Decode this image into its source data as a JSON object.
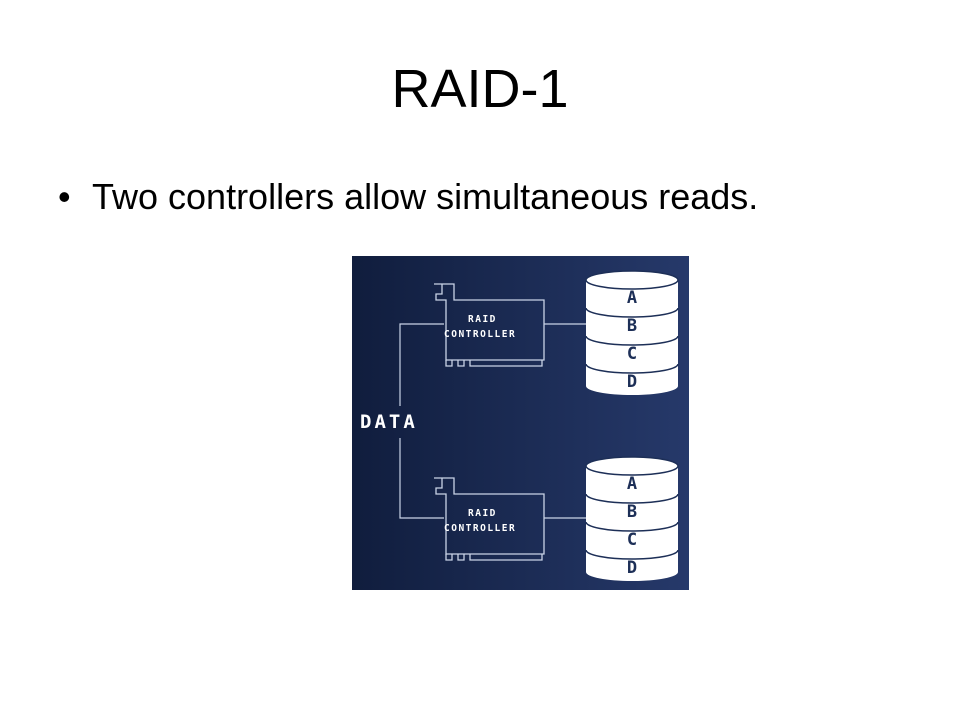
{
  "slide": {
    "title": "RAID-1",
    "bullets": [
      "Two controllers allow simultaneous reads."
    ]
  },
  "diagram": {
    "data_label": "DATA",
    "controllers": [
      {
        "label_line1": "RAID",
        "label_line2": "CONTROLLER"
      },
      {
        "label_line1": "RAID",
        "label_line2": "CONTROLLER"
      }
    ],
    "disks": [
      {
        "segments": [
          "A",
          "B",
          "C",
          "D"
        ]
      },
      {
        "segments": [
          "A",
          "B",
          "C",
          "D"
        ]
      }
    ],
    "colors": {
      "background": "#1d2f57",
      "line": "#c9d3e6",
      "disk": "#ffffff",
      "disk_text": "#1d2f57"
    }
  }
}
